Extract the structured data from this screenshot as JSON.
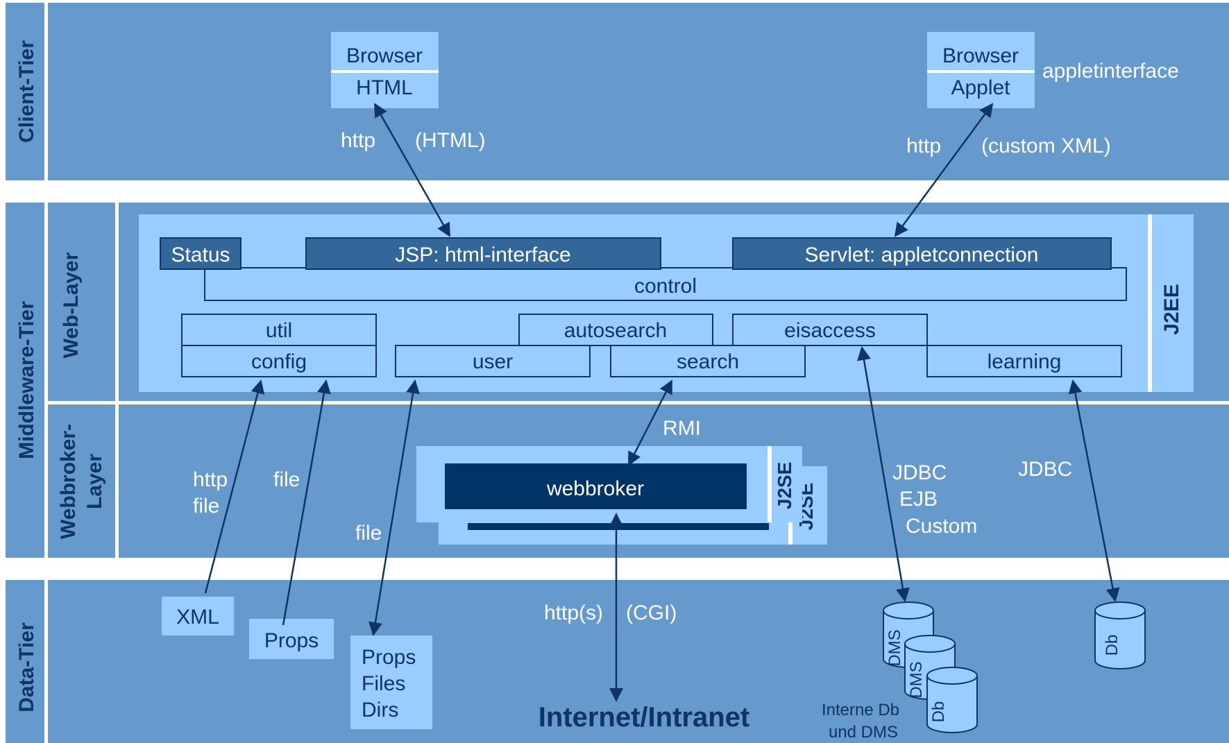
{
  "tiers": {
    "client": "Client-Tier",
    "middleware": "Middleware-Tier",
    "data": "Data-Tier"
  },
  "layers": {
    "web": "Web-Layer",
    "webbroker_line1": "Webbroker-",
    "webbroker_line2": "Layer"
  },
  "client": {
    "browser1_top": "Browser",
    "browser1_bottom": "HTML",
    "browser2_top": "Browser",
    "browser2_bottom": "Applet",
    "appletinterface": "appletinterface",
    "http1": "http",
    "http1_payload": "(HTML)",
    "http2": "http",
    "http2_payload": "(custom XML)"
  },
  "web": {
    "status": "Status",
    "jsp": "JSP: html-interface",
    "servlet": "Servlet: appletconnection",
    "control": "control",
    "util": "util",
    "config": "config",
    "autosearch": "autosearch",
    "user": "user",
    "search": "search",
    "eisaccess": "eisaccess",
    "learning": "learning",
    "j2ee": "J2EE"
  },
  "webbroker": {
    "rmi": "RMI",
    "webbroker": "webbroker",
    "j2se_front": "J2SE",
    "j2se_back": "J2SE",
    "http_label": "http",
    "file_label1": "file",
    "file_label2": "file",
    "file_label3": "file",
    "jdbc1": "JDBC",
    "ejb": "EJB",
    "custom": "Custom",
    "jdbc2": "JDBC"
  },
  "data": {
    "xml": "XML",
    "props": "Props",
    "props2": "Props",
    "files": "Files",
    "dirs": "Dirs",
    "https": "http(s)",
    "cgi": "(CGI)",
    "internet": "Internet/Intranet",
    "dms1": "DMS",
    "dms2": "DMS",
    "db_stack": "Db",
    "internal_line1": "Interne Db",
    "internal_line2": "und DMS",
    "db_right": "Db"
  },
  "colors": {
    "band": "#6699cc",
    "light_box": "#99ccff",
    "dark_box": "#336699",
    "navy": "#003366",
    "text_dark": "#0d3566",
    "line": "#0d3566"
  }
}
